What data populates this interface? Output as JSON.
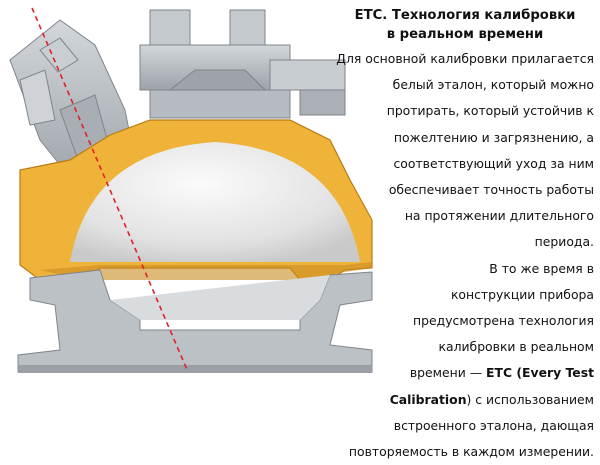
{
  "heading": {
    "line1": "ETC. Технология калибровки",
    "line2": "в реальном времени"
  },
  "paragraph1": [
    "Для основной калибровки прилагается",
    "белый эталон, который можно",
    "протирать, который устойчив к",
    "пожелтению и загрязнению, а",
    "соответствующий уход за ним",
    "обеспечивает точность работы",
    "на протяжении длительного",
    "периода."
  ],
  "paragraph2": {
    "line1": "В то же время в",
    "line2": "конструкции прибора",
    "line3": "предусмотрена технология",
    "line4": "калибровки в реальном",
    "line5_prefix": "времени — ",
    "line5_bold": "ETC (Every Test",
    "line6_bold": "Calibration",
    "line6_suffix": ") с использованием",
    "line7": "встроенного эталона, дающая",
    "line8": "повторяемость в каждом измерении."
  },
  "colors": {
    "sphere_housing": "#f0b33a",
    "housing_shadow": "#c98a1e",
    "sphere_interior": "#e4e4e4",
    "gray_parts": "#b9bec4",
    "gray_dark": "#8f959b",
    "dashed_line": "#e0212b"
  },
  "icons": {
    "dashed_line": "measurement-beam-line"
  }
}
